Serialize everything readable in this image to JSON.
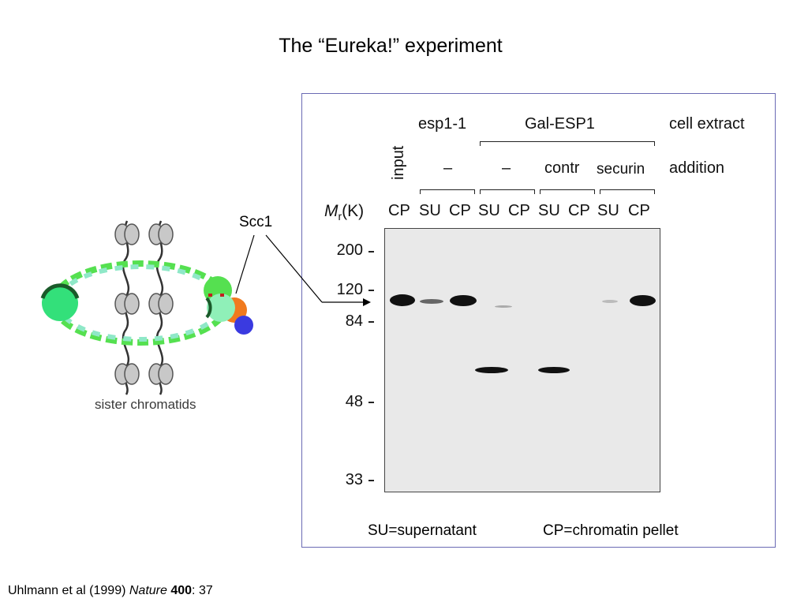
{
  "title_parts": {
    "before": "The ",
    "open_quote": "“",
    "word": "Eureka!",
    "close_quote": "”",
    "after": " experiment"
  },
  "citation": {
    "authors": "Uhlmann et al (1999) ",
    "journal": "Nature",
    "volume": "400",
    "pages": ": 37"
  },
  "diagram": {
    "protein_label": "Scc1",
    "caption": "sister chromatids"
  },
  "gel": {
    "strains": {
      "a": "esp1-1",
      "b": "Gal-ESP1",
      "row_label": "cell extract"
    },
    "additions": {
      "input": "input",
      "dash1": "–",
      "dash2": "–",
      "contr": "contr",
      "securin": "securin",
      "row_label": "addition"
    },
    "mr_label": {
      "m": "M",
      "sub": "r",
      "rest": "(K)"
    },
    "lanes": [
      "CP",
      "SU",
      "CP",
      "SU",
      "CP",
      "SU",
      "CP",
      "SU",
      "CP"
    ],
    "markers": [
      "200",
      "120",
      "84",
      "48",
      "33"
    ],
    "legend": {
      "su": "SU=supernatant",
      "cp": "CP=chromatin pellet"
    }
  }
}
